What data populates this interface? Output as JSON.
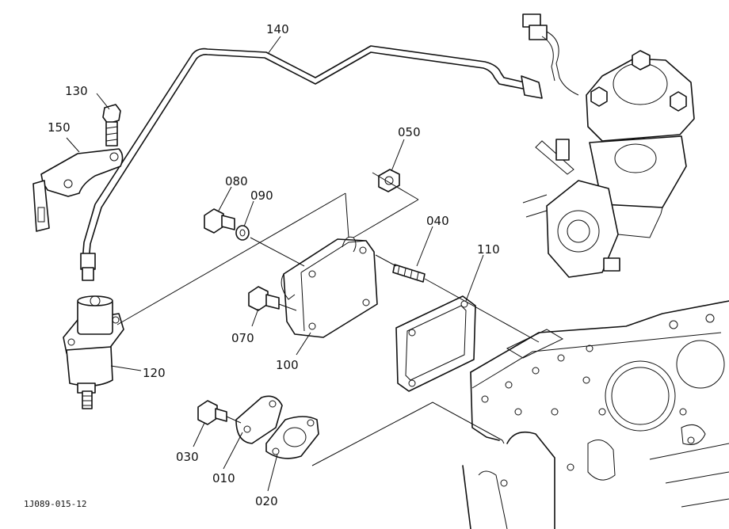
{
  "labels": {
    "p010": "010",
    "p020": "020",
    "p030": "030",
    "p040": "040",
    "p050": "050",
    "p070": "070",
    "p080": "080",
    "p090": "090",
    "p100": "100",
    "p110": "110",
    "p120": "120",
    "p130": "130",
    "p140": "140",
    "p150": "150"
  },
  "drawing_code": "1J089-015-12"
}
